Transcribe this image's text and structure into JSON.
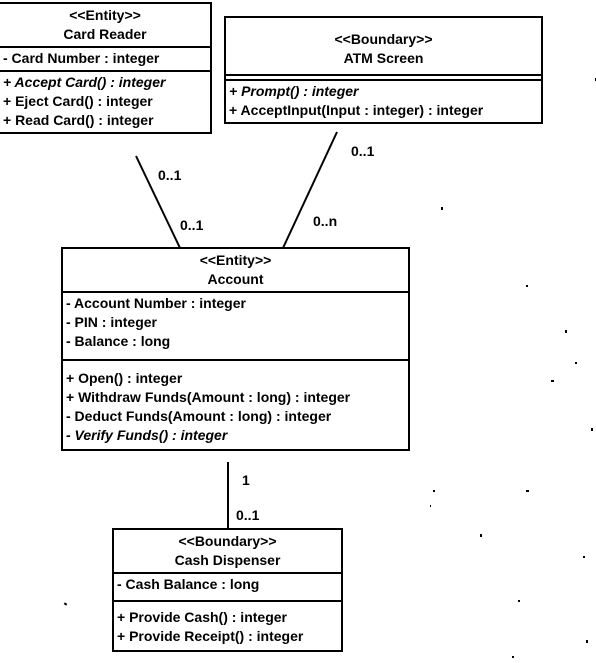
{
  "classes": {
    "card_reader": {
      "stereotype": "<<Entity>>",
      "name": "Card Reader",
      "attributes": [
        "- Card Number : integer"
      ],
      "operations": [
        {
          "text": "+ Accept Card() : integer",
          "italic": true
        },
        {
          "text": "+ Eject Card() : integer",
          "italic": false
        },
        {
          "text": "+ Read Card() : integer",
          "italic": false
        }
      ]
    },
    "atm_screen": {
      "stereotype": "<<Boundary>>",
      "name": "ATM Screen",
      "attributes": [],
      "operations": [
        {
          "text": "+ Prompt() : integer",
          "italic": true
        },
        {
          "text": "+ AcceptInput(Input : integer) : integer",
          "italic": false
        }
      ]
    },
    "account": {
      "stereotype": "<<Entity>>",
      "name": "Account",
      "attributes": [
        "- Account Number : integer",
        "- PIN : integer",
        "- Balance : long"
      ],
      "operations": [
        {
          "text": "+ Open() : integer",
          "italic": false
        },
        {
          "text": "+ Withdraw Funds(Amount : long) : integer",
          "italic": false
        },
        {
          "text": "- Deduct Funds(Amount : long) : integer",
          "italic": false
        },
        {
          "text": "- Verify Funds() : integer",
          "italic": true
        }
      ]
    },
    "cash_dispenser": {
      "stereotype": "<<Boundary>>",
      "name": "Cash Dispenser",
      "attributes": [
        "- Cash Balance : long"
      ],
      "operations": [
        {
          "text": "+ Provide Cash() : integer",
          "italic": false
        },
        {
          "text": "+ Provide Receipt() : integer",
          "italic": false
        }
      ]
    }
  },
  "associations": {
    "card_reader_account": {
      "card_reader_end": "0..1",
      "account_end": "0..1"
    },
    "atm_screen_account": {
      "atm_screen_end": "0..1",
      "account_end": "0..n"
    },
    "account_cash_dispenser": {
      "account_end": "1",
      "cash_dispenser_end": "0..1"
    }
  }
}
